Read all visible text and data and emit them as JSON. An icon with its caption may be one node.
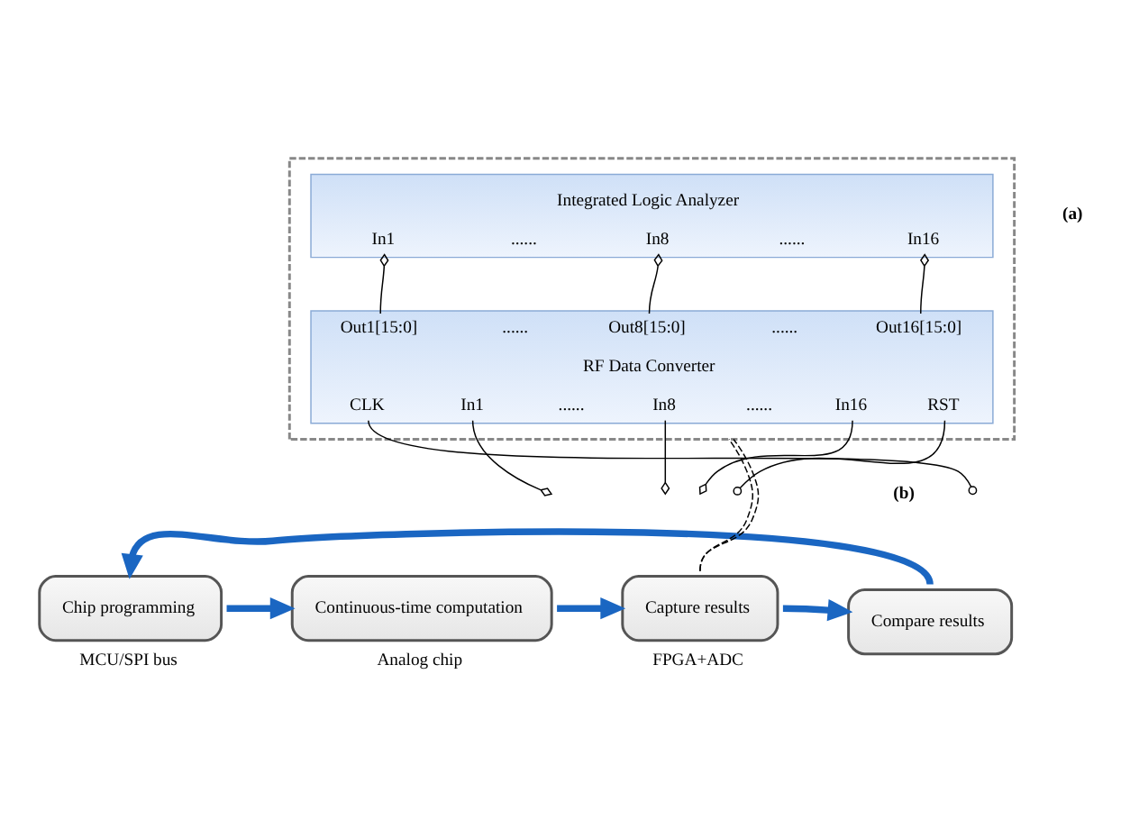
{
  "diagram": {
    "nodes": [
      {
        "text": [],
        "shape": "box"
      },
      {
        "text": [
          "Integrated Logic Analyzer",
          "In1",
          "......",
          "In8",
          "......",
          "In16"
        ],
        "in": 0
      },
      {
        "text": [
          "RF Data Converter",
          "Out1[15:0]",
          "......",
          "Out8[15:0]",
          "......",
          "Out16[15:0]",
          "CLK",
          "In1",
          "......",
          "In8",
          "......",
          "In16",
          "RST"
        ],
        "in": 0
      },
      {
        "text": [
          "Chip programming"
        ],
        "beside": [
          "MCU/SPI bus"
        ]
      },
      {
        "text": [
          "Continuous-time computation"
        ],
        "beside": [
          "Analog chip"
        ]
      },
      {
        "text": [
          "Capture results"
        ],
        "beside": [
          "FPGA+ADC"
        ]
      },
      {
        "text": [
          "Compare results"
        ]
      }
    ],
    "edges": [
      {
        "from": 1,
        "to": 2,
        "arrow": "other"
      },
      {
        "from": 1,
        "to": 2,
        "arrow": "other"
      },
      {
        "from": 1,
        "to": 2,
        "arrow": "other"
      },
      {
        "from": 2,
        "to": null,
        "arrow": "other"
      },
      {
        "from": 2,
        "to": null,
        "arrow": "other"
      },
      {
        "from": 2,
        "to": null,
        "arrow": "other"
      },
      {
        "from": 2,
        "to": null,
        "arrow": "other"
      },
      {
        "from": 2,
        "to": null,
        "arrow": "other"
      },
      {
        "from": 3,
        "to": 4,
        "arrow": "to",
        "style": "thick",
        "color": "#1a66c2"
      },
      {
        "from": 4,
        "to": 5,
        "arrow": "to",
        "style": "thick",
        "color": "#1a66c2"
      },
      {
        "from": 5,
        "to": 6,
        "arrow": "to",
        "style": "thick",
        "color": "#1a66c2"
      },
      {
        "from": 6,
        "to": 3,
        "arrow": "to",
        "style": "thick",
        "color": "#1a66c2"
      },
      {
        "from": 5,
        "to": 0,
        "arrow": "none",
        "style": "dashed"
      },
      {
        "from": 5,
        "to": 0,
        "arrow": "none",
        "style": "dashed"
      }
    ],
    "labels": [
      "(a)",
      "(b)"
    ]
  }
}
